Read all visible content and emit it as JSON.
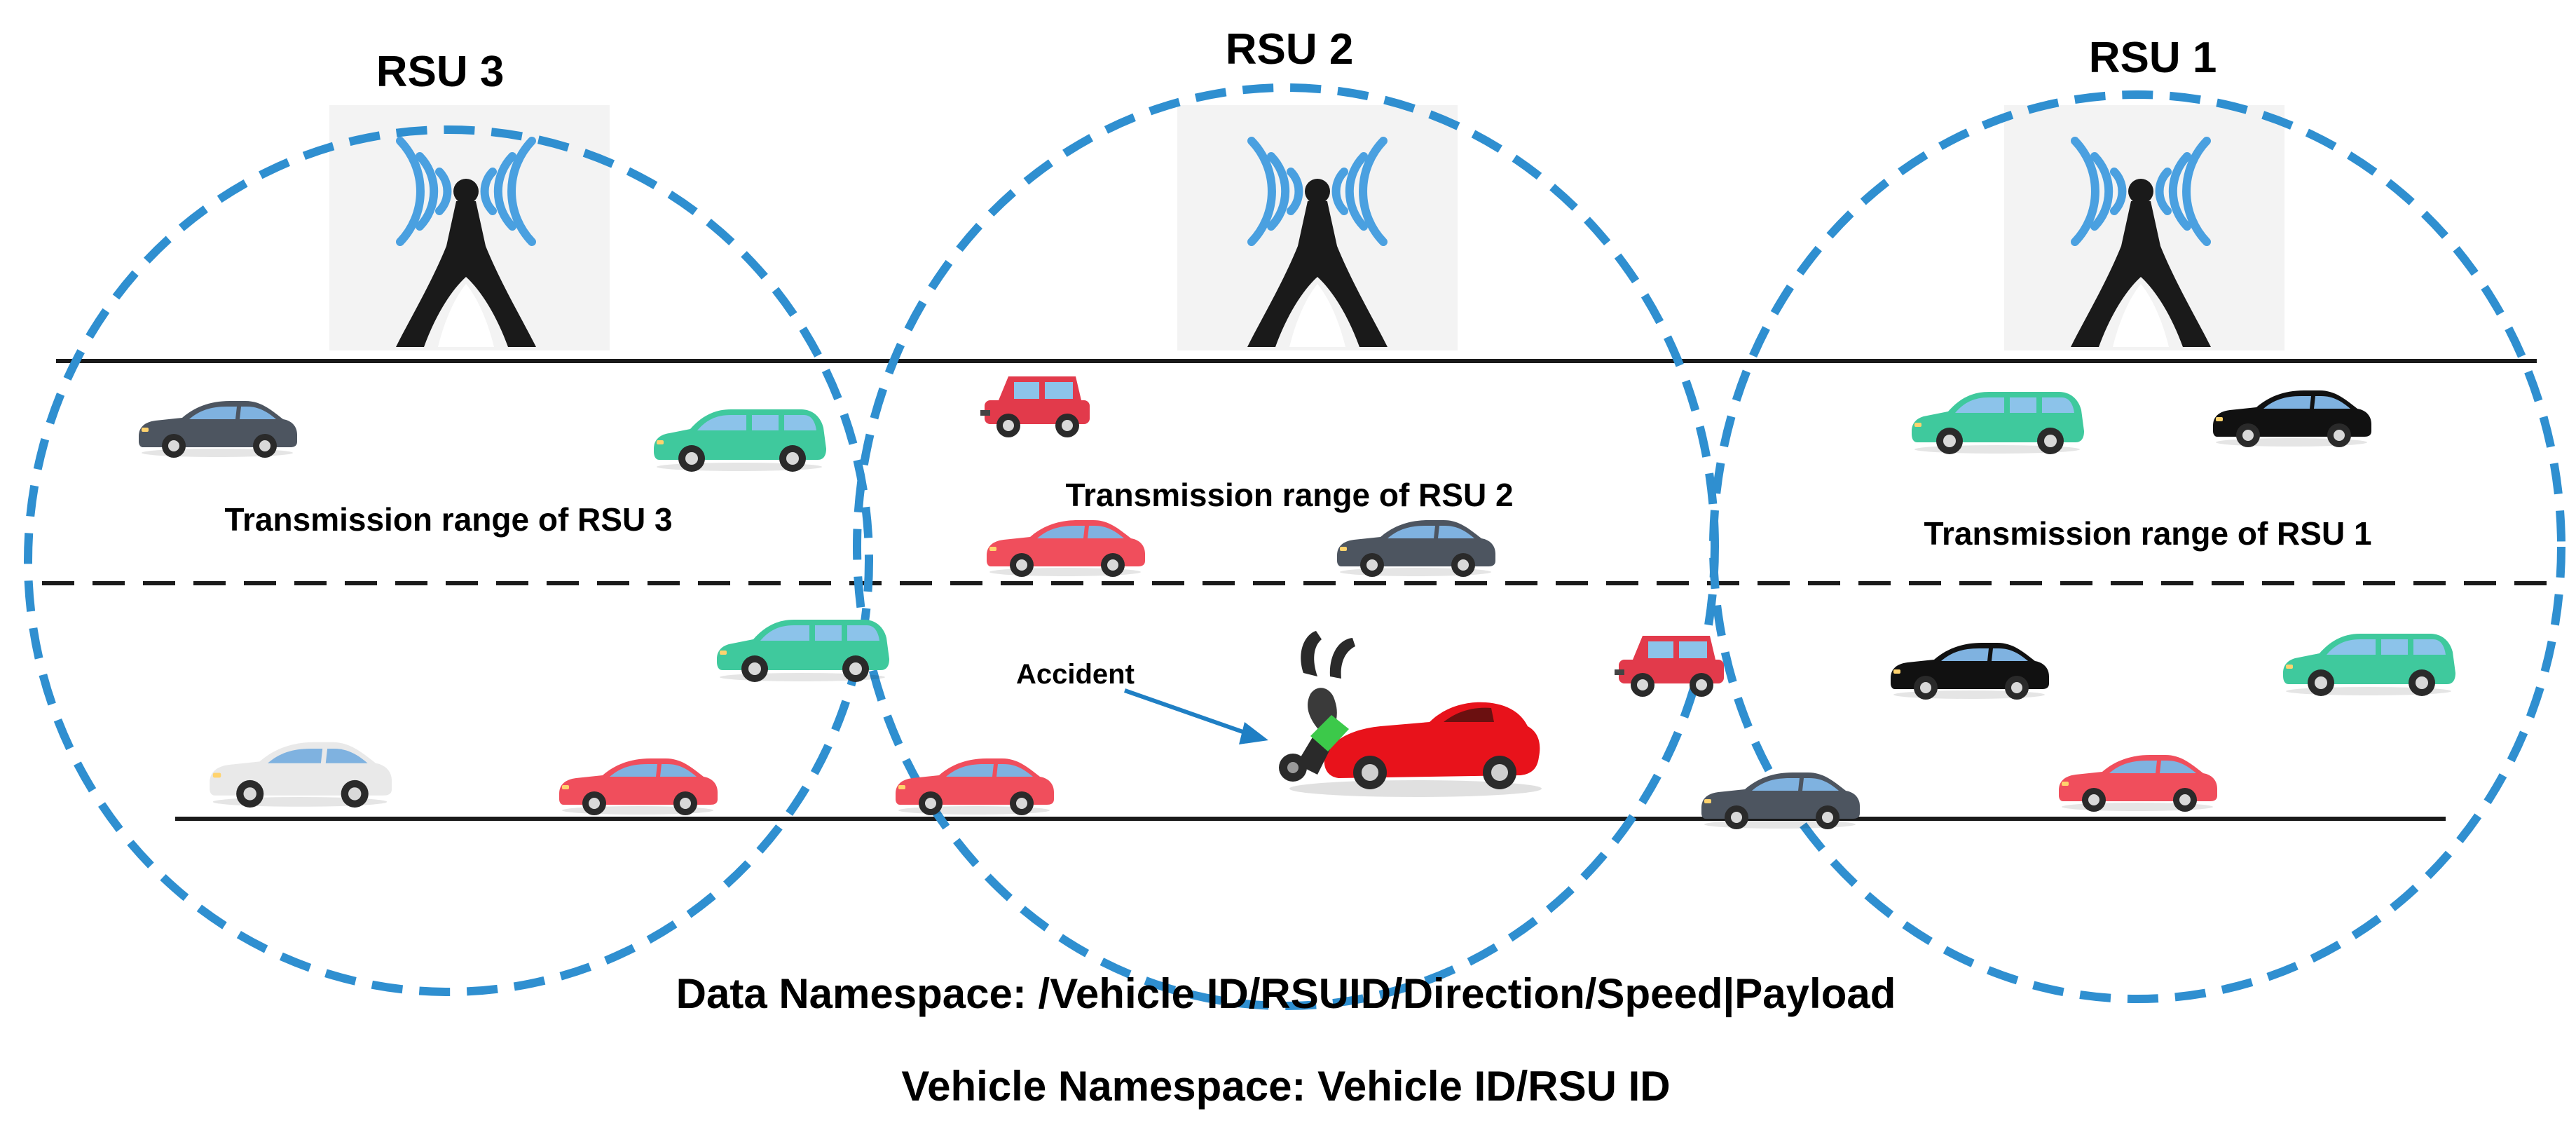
{
  "rsus": [
    {
      "title": "RSU 3",
      "range_label": "Transmission range of RSU 3"
    },
    {
      "title": "RSU 2",
      "range_label": "Transmission range of RSU 2"
    },
    {
      "title": "RSU 1",
      "range_label": "Transmission range of RSU 1"
    }
  ],
  "accident": {
    "label": "Accident"
  },
  "namespaces": {
    "data": "Data Namespace: /Vehicle ID/RSUID/Direction/Speed|Payload",
    "vehicle": "Vehicle Namespace: Vehicle ID/RSU ID"
  },
  "colors": {
    "range_circle": "#2f8fd0",
    "signal_arcs": "#4aa0e0",
    "tower": "#1a1a1a",
    "road_line": "#1a1a1a",
    "car_teal": "#3fc99d",
    "car_red": "#f04e5c",
    "car_gray": "#4d5560",
    "car_black": "#111111",
    "car_silver": "#e9e9e9",
    "car_sport_red": "#e8121b",
    "arrow": "#1f7fc4"
  },
  "icons": {
    "rsu": "signal-tower-icon",
    "vehicle": "car-icon",
    "accident": "crashed-car-icon"
  }
}
